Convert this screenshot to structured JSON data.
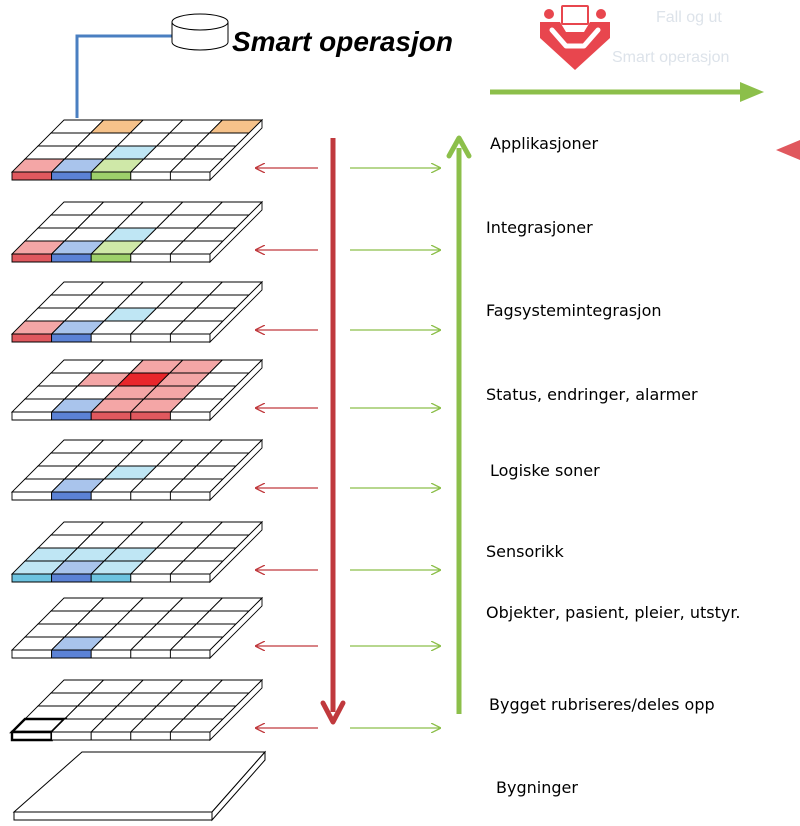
{
  "title": "Smart  operasjon",
  "faded_text": [
    "Fall  og  ut",
    "Smart  operasjon"
  ],
  "layer_labels": [
    "Applikasjoner",
    "Integrasjoner",
    "Fagsystemintegrasjon",
    "Status, endringer, alarmer",
    "Logiske soner",
    "Sensorikk",
    "Objekter, pasient, pleier, utstyr.",
    "Bygget  rubriseres/deles opp",
    "Bygninger"
  ],
  "colors": {
    "red_arrow": "#c0393d",
    "green_arrow": "#8cbf4a",
    "db_link": "#4a7fc1",
    "cell_red": "#f4a6a6",
    "cell_red_front": "#e0585e",
    "cell_red_strong": "#e8262b",
    "cell_blue": "#a9c4ec",
    "cell_blue_front": "#5b82d6",
    "cell_cyan": "#bfe6f4",
    "cell_cyan_front": "#6cc3e0",
    "cell_orange": "#f6c28a",
    "cell_green": "#cfe8a8",
    "cell_green_front": "#9dd06a",
    "logo": "#e8464e"
  },
  "icons": [
    "database-icon",
    "smart-operation-logo-icon"
  ]
}
